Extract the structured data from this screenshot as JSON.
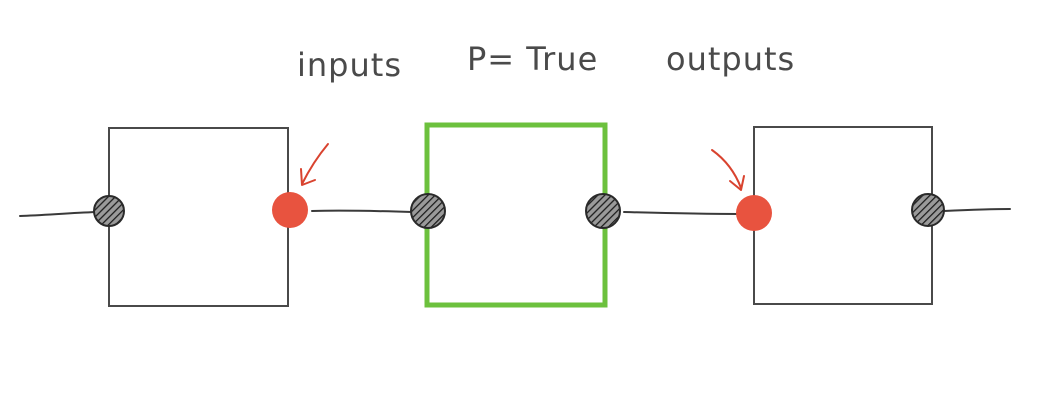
{
  "labels": {
    "inputs": "inputs",
    "condition": "P= True",
    "outputs": "outputs"
  },
  "colors": {
    "line": "#3a3a3a",
    "box_border": "#4a4a4a",
    "highlight_box": "#6cc13d",
    "port_fill": "#5a5a5a",
    "marked_port": "#e8533f",
    "arrow": "#d9432f"
  }
}
